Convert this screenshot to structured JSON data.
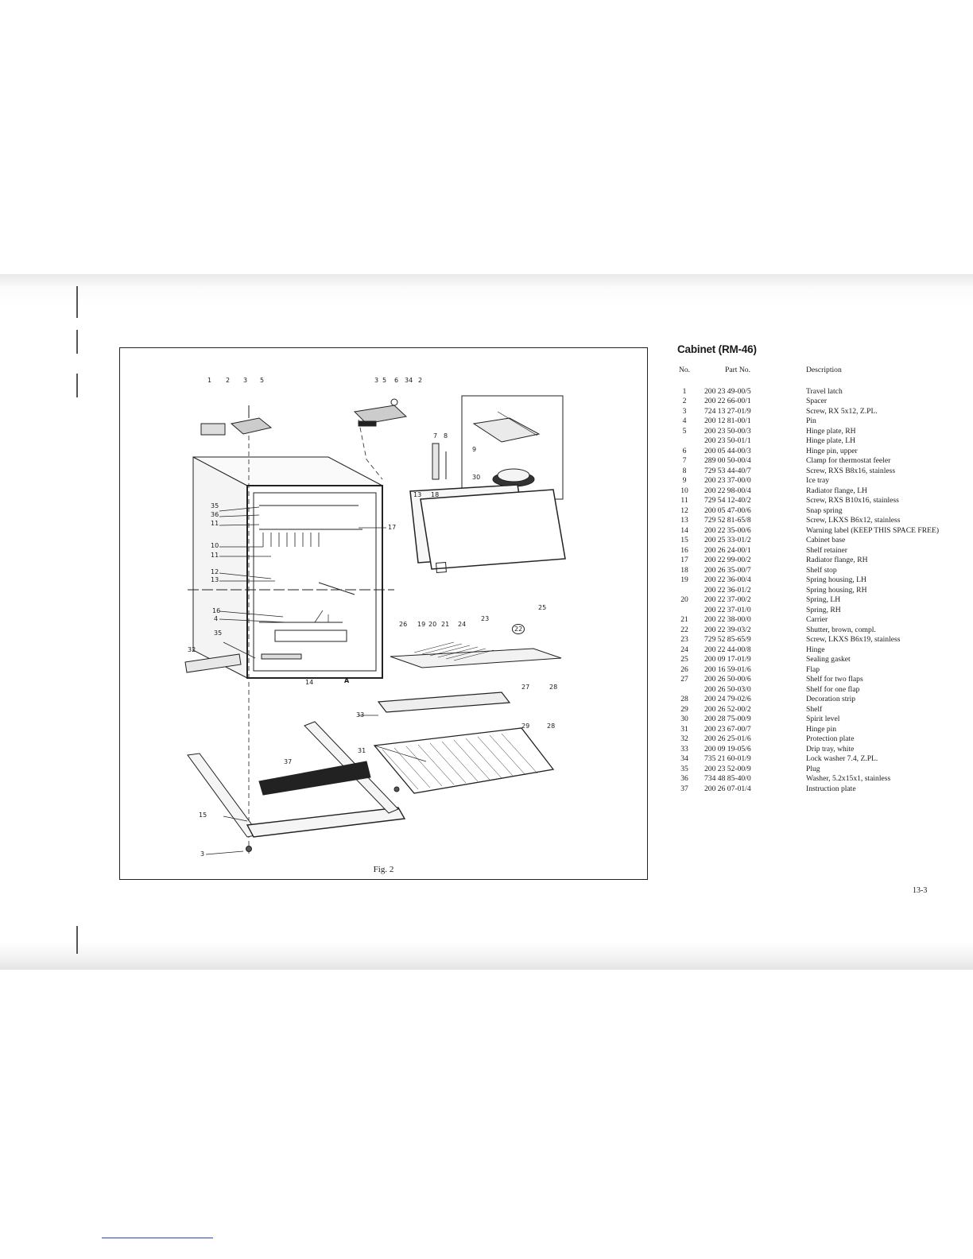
{
  "document": {
    "title": "Cabinet (RM-46)",
    "figure_caption": "Fig. 2",
    "page_number": "13-3"
  },
  "table": {
    "headers": {
      "no": "No.",
      "part_no": "Part No.",
      "description": "Description"
    },
    "rows": [
      {
        "no": "1",
        "part_no": "200 23 49-00/5",
        "description": "Travel latch"
      },
      {
        "no": "2",
        "part_no": "200 22 66-00/1",
        "description": "Spacer"
      },
      {
        "no": "3",
        "part_no": "724 13 27-01/9",
        "description": "Screw, RX 5x12, Z.PL."
      },
      {
        "no": "4",
        "part_no": "200 12 81-00/1",
        "description": "Pin"
      },
      {
        "no": "5",
        "part_no": "200 23 50-00/3",
        "description": "Hinge plate, RH"
      },
      {
        "no": "",
        "part_no": "200 23 50-01/1",
        "description": "Hinge plate, LH"
      },
      {
        "no": "6",
        "part_no": "200 05 44-00/3",
        "description": "Hinge pin, upper"
      },
      {
        "no": "7",
        "part_no": "289 00 50-00/4",
        "description": "Clamp for thermostat feeler"
      },
      {
        "no": "8",
        "part_no": "729 53 44-40/7",
        "description": "Screw, RXS B8x16, stainless"
      },
      {
        "no": "9",
        "part_no": "200 23 37-00/0",
        "description": "Ice tray"
      },
      {
        "no": "10",
        "part_no": "200 22 98-00/4",
        "description": "Radiator flange, LH"
      },
      {
        "no": "11",
        "part_no": "729 54 12-40/2",
        "description": "Screw, RXS B10x16, stainless"
      },
      {
        "no": "12",
        "part_no": "200 05 47-00/6",
        "description": "Snap spring"
      },
      {
        "no": "13",
        "part_no": "729 52 81-65/8",
        "description": "Screw, LKXS B6x12, stainless"
      },
      {
        "no": "14",
        "part_no": "200 22 35-00/6",
        "description": "Warning label (KEEP THIS SPACE FREE)"
      },
      {
        "no": "15",
        "part_no": "200 25 33-01/2",
        "description": "Cabinet base"
      },
      {
        "no": "16",
        "part_no": "200 26 24-00/1",
        "description": "Shelf retainer"
      },
      {
        "no": "17",
        "part_no": "200 22 99-00/2",
        "description": "Radiator flange, RH"
      },
      {
        "no": "18",
        "part_no": "200 26 35-00/7",
        "description": "Shelf stop"
      },
      {
        "no": "19",
        "part_no": "200 22 36-00/4",
        "description": "Spring housing, LH"
      },
      {
        "no": "",
        "part_no": "200 22 36-01/2",
        "description": "Spring housing, RH"
      },
      {
        "no": "20",
        "part_no": "200 22 37-00/2",
        "description": "Spring, LH"
      },
      {
        "no": "",
        "part_no": "200 22 37-01/0",
        "description": "Spring, RH"
      },
      {
        "no": "21",
        "part_no": "200 22 38-00/0",
        "description": "Carrier"
      },
      {
        "no": "22",
        "part_no": "200 22 39-03/2",
        "description": "Shutter, brown, compl."
      },
      {
        "no": "23",
        "part_no": "729 52 85-65/9",
        "description": "Screw, LKXS B6x19, stainless"
      },
      {
        "no": "24",
        "part_no": "200 22 44-00/8",
        "description": "Hinge"
      },
      {
        "no": "25",
        "part_no": "200 09 17-01/9",
        "description": "Sealing gasket"
      },
      {
        "no": "26",
        "part_no": "200 16 59-01/6",
        "description": "Flap"
      },
      {
        "no": "27",
        "part_no": "200 26 50-00/6",
        "description": "Shelf for two flaps"
      },
      {
        "no": "",
        "part_no": "200 26 50-03/0",
        "description": "Shelf for one flap"
      },
      {
        "no": "28",
        "part_no": "200 24 79-02/6",
        "description": "Decoration strip"
      },
      {
        "no": "29",
        "part_no": "200 26 52-00/2",
        "description": "Shelf"
      },
      {
        "no": "30",
        "part_no": "200 28 75-00/9",
        "description": "Spirit level"
      },
      {
        "no": "31",
        "part_no": "200 23 67-00/7",
        "description": "Hinge pin"
      },
      {
        "no": "32",
        "part_no": "200 26 25-01/6",
        "description": "Protection plate"
      },
      {
        "no": "33",
        "part_no": "200 09 19-05/6",
        "description": "Drip tray, white"
      },
      {
        "no": "34",
        "part_no": "735 21 60-01/9",
        "description": "Lock washer 7.4, Z.PL."
      },
      {
        "no": "35",
        "part_no": "200 23 52-00/9",
        "description": "Plug"
      },
      {
        "no": "36",
        "part_no": "734 48 85-40/0",
        "description": "Washer, 5.2x15x1, stainless"
      },
      {
        "no": "37",
        "part_no": "200 26 07-01/4",
        "description": "Instruction plate"
      }
    ]
  },
  "diagram": {
    "top_left_callouts": [
      "1",
      "2",
      "3",
      "5"
    ],
    "top_right_callouts": [
      "3",
      "5",
      "6",
      "34",
      "2"
    ],
    "left_callouts": [
      "35",
      "36",
      "11",
      "10",
      "11",
      "12",
      "13",
      "16",
      "4",
      "35",
      "32"
    ],
    "mid_callouts": [
      "7",
      "8",
      "13",
      "18",
      "17",
      "9",
      "30",
      "25",
      "26",
      "19",
      "20",
      "21",
      "24",
      "23",
      "22",
      "27",
      "28",
      "14",
      "A",
      "33",
      "29",
      "28",
      "31",
      "37",
      "15",
      "3"
    ]
  }
}
